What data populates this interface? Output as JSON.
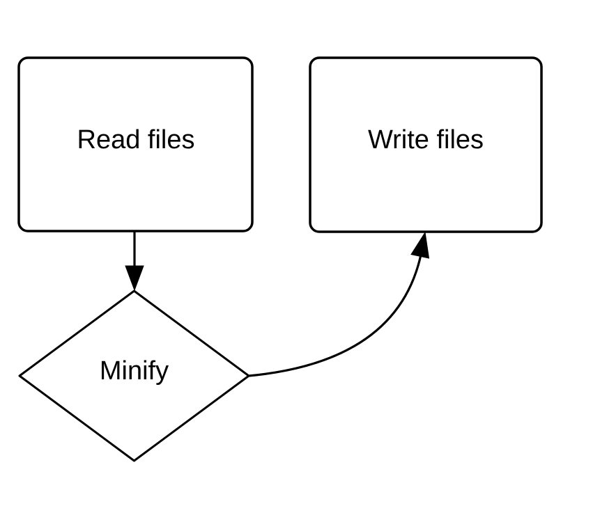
{
  "diagram": {
    "background_color": "#ffffff",
    "line_color": "#000000",
    "shape_fill_color": "#ffffff",
    "nodes": {
      "read": {
        "label": "Read files",
        "shape": "rounded-rectangle"
      },
      "write": {
        "label": "Write files",
        "shape": "rounded-rectangle"
      },
      "minify": {
        "label": "Minify",
        "shape": "diamond"
      }
    },
    "edges": [
      {
        "from": "Read files",
        "to": "Minify",
        "style": "straight-arrow-down"
      },
      {
        "from": "Minify",
        "to": "Write files",
        "style": "curved-arrow-up-right"
      }
    ]
  }
}
